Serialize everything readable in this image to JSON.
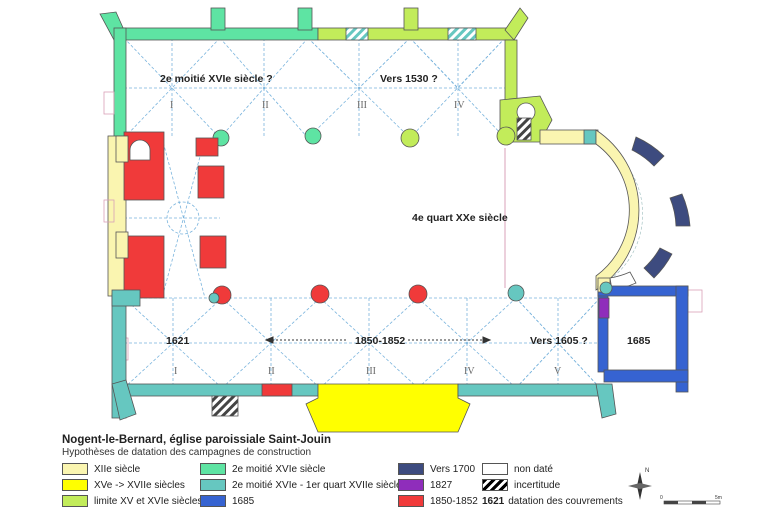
{
  "title": "Nogent-le-Bernard, église paroissiale Saint-Jouin",
  "subtitle": "Hypothèses de datation des campagnes de construction",
  "colors": {
    "xii": "#faf5b0",
    "xv_xvii": "#ffff00",
    "xv_xvi": "#c2ec5a",
    "m2_xvi": "#5ee4a3",
    "xvi_xvii": "#66c7c0",
    "c1685": "#3663d1",
    "c1700": "#3d4b7f",
    "c1827": "#8f2dbb",
    "c1850": "#f03a3a",
    "nondate": "#ffffff",
    "wall_outline": "#555555"
  },
  "plan_labels": {
    "north_top": "2e moitié XVIe siècle ?",
    "north_right": "Vers 1530 ?",
    "choir": "4e quart XXe siècle",
    "south_left": "1621",
    "south_center": "1850-1852",
    "south_right": "Vers 1605 ?",
    "chapel": "1685"
  },
  "bays_north": [
    "I",
    "II",
    "III",
    "IV"
  ],
  "bays_south": [
    "I",
    "II",
    "III",
    "IV",
    "V"
  ],
  "legend": [
    {
      "key": "xii",
      "label": "XIIe siècle",
      "swatch": "xii"
    },
    {
      "key": "xv_xvii",
      "label": "XVe -> XVIIe siècles",
      "swatch": "xv_xvii"
    },
    {
      "key": "xv_xvi",
      "label": "limite XV et XVIe siècles",
      "swatch": "xv_xvi"
    },
    {
      "key": "m2_xvi",
      "label": "2e moitié XVIe siècle",
      "swatch": "m2_xvi"
    },
    {
      "key": "xvi_xvii",
      "label": "2e moitié XVIe - 1er quart XVIIe siècle",
      "swatch": "xvi_xvii"
    },
    {
      "key": "c1685",
      "label": "1685",
      "swatch": "c1685"
    },
    {
      "key": "c1700",
      "label": "Vers 1700",
      "swatch": "c1700"
    },
    {
      "key": "c1827",
      "label": "1827",
      "swatch": "c1827"
    },
    {
      "key": "c1850",
      "label": "1850-1852",
      "swatch": "c1850"
    },
    {
      "key": "nondate",
      "label": "non daté",
      "swatch": "nondate"
    },
    {
      "key": "incert",
      "label": "incertitude",
      "swatch": "hatch"
    },
    {
      "key": "couv",
      "number": "1621",
      "label": "datation des couvrements"
    }
  ],
  "scale": {
    "zero": "0",
    "end": "5m"
  },
  "north_letter": "N"
}
